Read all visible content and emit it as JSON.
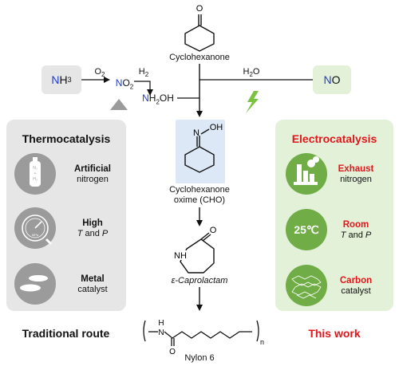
{
  "molecules": {
    "cyclohexanone": "Cyclohexanone",
    "cho_line1": "Cyclohexanone",
    "cho_line2": "oxime (CHO)",
    "caprolactam": "ε-Caprolactam",
    "nylon": "Nylon 6",
    "oh": "OH",
    "n_oxime": "N",
    "nh": "NH",
    "o_ketone": "O",
    "o_lactam": "O",
    "o_nylon": "O",
    "h_nylon": "H",
    "n_nylon": "N",
    "n_sub": "n"
  },
  "reagents": {
    "nh3_n": "N",
    "nh3_h": "H",
    "nh3_3": "3",
    "o2_o": "O",
    "o2_2": "2",
    "no2_n": "N",
    "no2_o": "O",
    "no2_2": "2",
    "h2_h": "H",
    "h2_2": "2",
    "nh2oh_n": "N",
    "nh2oh_h": "H",
    "nh2oh_2": "2",
    "nh2oh_oh": "OH",
    "h2o_h": "H",
    "h2o_2": "2",
    "h2o_o": "O",
    "no_n": "N",
    "no_o": "O"
  },
  "thermo": {
    "title": "Thermocatalysis",
    "items": [
      {
        "bold": "Artificial",
        "sub": "nitrogen",
        "icon": "gas-cylinder-icon"
      },
      {
        "bold": "High",
        "sub1": "T",
        "and": " and ",
        "sub2": "P",
        "icon": "pressure-gauge-icon"
      },
      {
        "bold": "Metal",
        "sub": "catalyst",
        "icon": "metal-pellets-icon"
      }
    ],
    "cyl_n2": "N₂",
    "cyl_plus": "+",
    "cyl_h2": "H₂",
    "gauge_unit": "MPa",
    "route": "Traditional route"
  },
  "electro": {
    "title": "Electrocatalysis",
    "items": [
      {
        "bold": "Exhaust",
        "sub": "nitrogen",
        "icon": "factory-icon"
      },
      {
        "bold": "Room",
        "sub1": "T",
        "and": " and ",
        "sub2": "P",
        "icon": "thermometer-icon",
        "badge": "25℃"
      },
      {
        "bold": "Carbon",
        "sub": "catalyst",
        "icon": "carbon-sheet-icon"
      }
    ],
    "route": "This work"
  },
  "colors": {
    "grey_panel": "#e8e8e8",
    "grey_circle": "#9b9b9b",
    "green_panel": "#e6f2dc",
    "green_circle": "#70ad47",
    "red": "#e0161b",
    "blue_n": "#1f3ec8",
    "cho_bg": "#dde8f5",
    "bolt": "#7cc241"
  }
}
